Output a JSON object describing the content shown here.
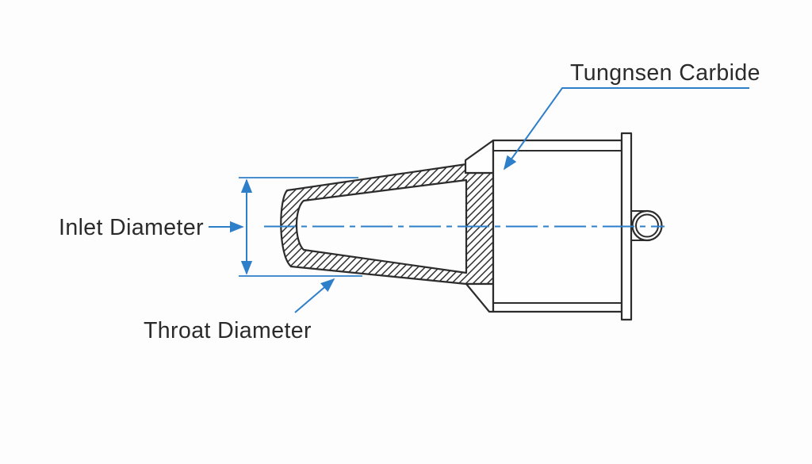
{
  "diagram": {
    "type": "technical-drawing",
    "subject": "nozzle-cross-section",
    "labels": {
      "material_callout": "Tungnsen Carbide",
      "inlet_dimension": "Inlet Diameter",
      "throat_callout": "Throat Diameter"
    },
    "colors": {
      "line": "#2c2c2c",
      "text": "#2b2b2b",
      "annotation": "#2e7fc9",
      "background": "#fdfdfd"
    }
  }
}
